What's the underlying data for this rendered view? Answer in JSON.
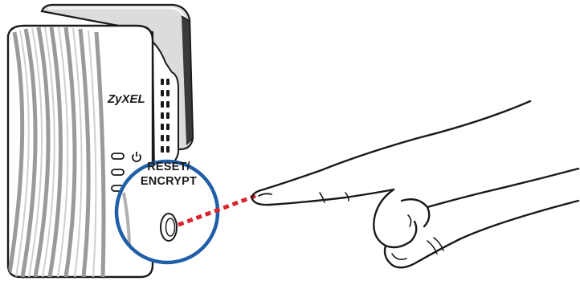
{
  "device": {
    "brand": "ZyXEL",
    "callout": {
      "line1": "RESET/",
      "line2": "ENCRYPT"
    }
  },
  "colors": {
    "callout_ring": "#1f5fa8",
    "pointer_line": "#d9232d",
    "outline": "#1a1a1a"
  },
  "icons": [
    "power-icon",
    "powerline-led-icon",
    "ethernet-led-icon",
    "reset-button-icon",
    "pointing-hand-icon"
  ]
}
